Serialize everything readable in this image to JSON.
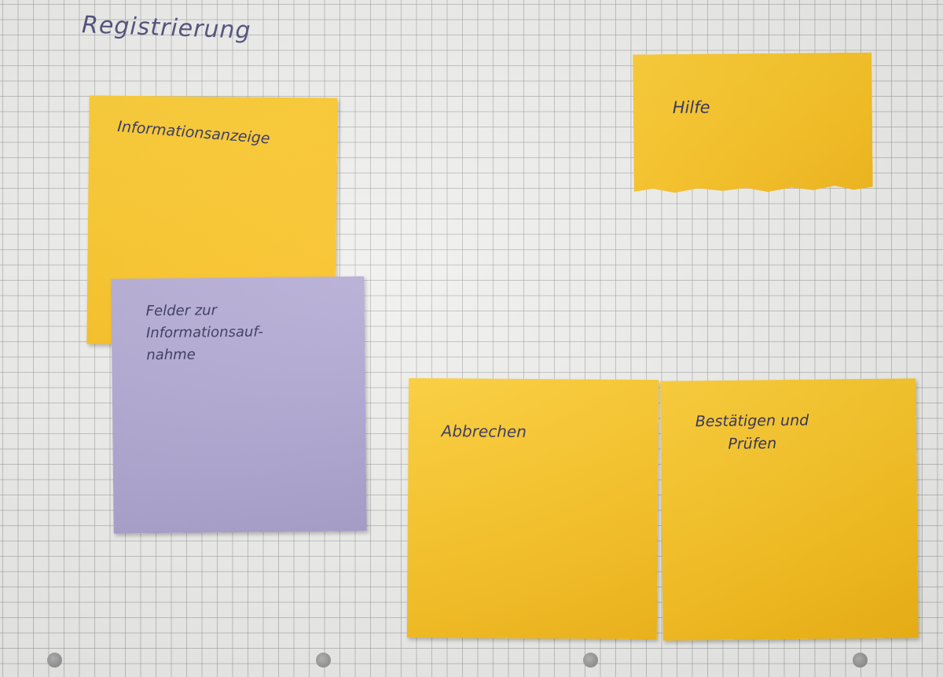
{
  "paper": {
    "heading": "Registrierung"
  },
  "notes": [
    {
      "id": "information-display",
      "color": "#fbc21c",
      "text": "Informationsanzeige"
    },
    {
      "id": "help",
      "color": "#fbc21c",
      "text": "Hilfe"
    },
    {
      "id": "input-fields",
      "color": "#aba1cf",
      "text": "Felder zur\nInformationsauf-\nnahme"
    },
    {
      "id": "cancel",
      "color": "#fbc21c",
      "text": "Abbrechen"
    },
    {
      "id": "confirm-check",
      "color": "#fbc21c",
      "text": "Bestätigen und\nPrüfen"
    }
  ]
}
